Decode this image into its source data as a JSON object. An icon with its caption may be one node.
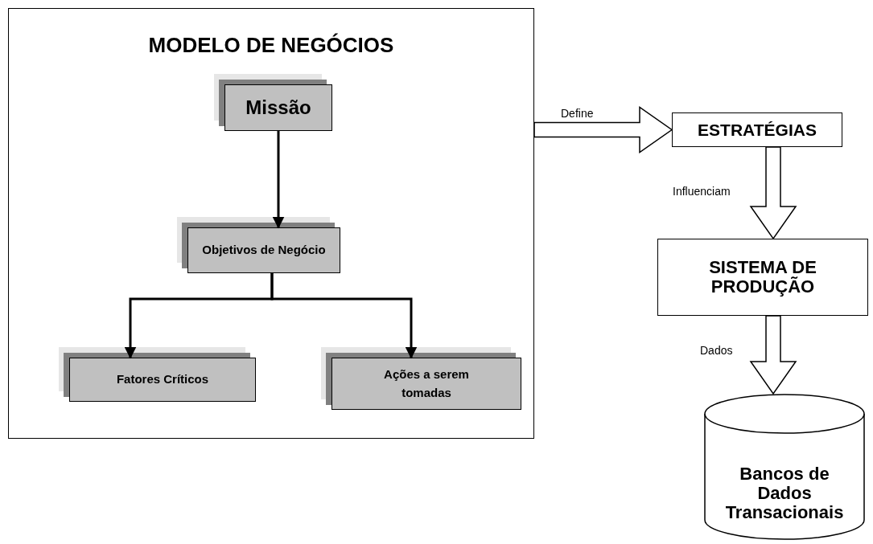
{
  "diagram": {
    "nodes": [
      {
        "text": [
          "MODELO DE NEGÓCIOS"
        ]
      },
      {
        "text": [
          "Missão"
        ],
        "in": 0
      },
      {
        "text": [
          "Objetivos de Negócio"
        ],
        "in": 0
      },
      {
        "text": [
          "Fatores Críticos"
        ],
        "in": 0
      },
      {
        "text": [
          "Ações a serem tomadas"
        ],
        "in": 0
      },
      {
        "text": [
          "ESTRATÉGIAS"
        ]
      },
      {
        "text": [
          "SISTEMA DE PRODUÇÃO"
        ]
      },
      {
        "text": [
          "Bancos de Dados Transacionais"
        ]
      }
    ],
    "edges": [
      {
        "from": 1,
        "to": 2,
        "arrow": "to"
      },
      {
        "from": 2,
        "to": 3,
        "arrow": "to"
      },
      {
        "from": 2,
        "to": 4,
        "arrow": "to"
      },
      {
        "from": 0,
        "to": 5,
        "arrow": "to",
        "label": "Define",
        "style": "thick"
      },
      {
        "from": 5,
        "to": 6,
        "arrow": "to",
        "label": "Influenciam",
        "style": "thick"
      },
      {
        "from": 6,
        "to": 7,
        "arrow": "to",
        "label": "Dados",
        "style": "thick"
      }
    ]
  }
}
